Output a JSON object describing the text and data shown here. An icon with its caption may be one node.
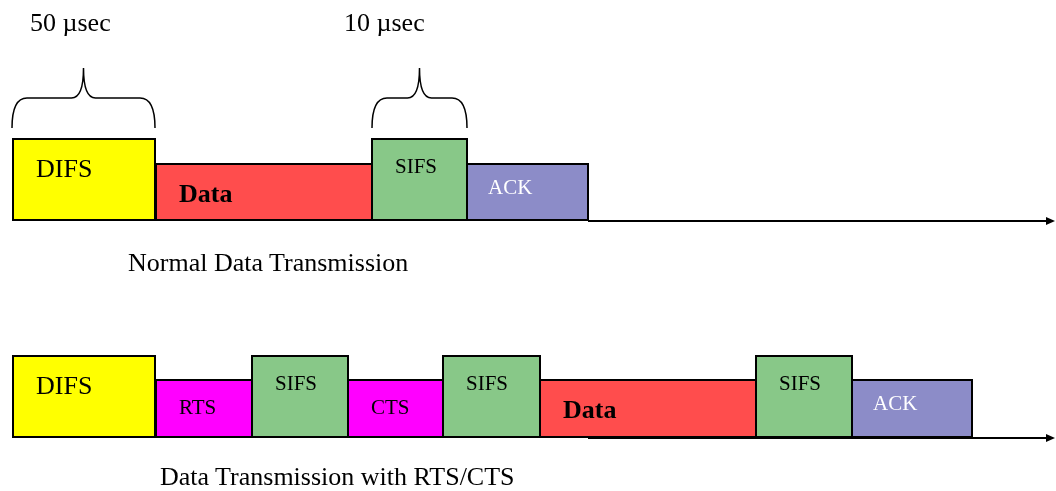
{
  "diagram": {
    "nodes": [
      {
        "text": [
          "DIFS"
        ]
      },
      {
        "text": [
          "Data"
        ]
      },
      {
        "text": [
          "SIFS"
        ]
      },
      {
        "text": [
          "ACK"
        ]
      },
      {
        "text": [
          "DIFS"
        ]
      },
      {
        "text": [
          "RTS"
        ]
      },
      {
        "text": [
          "SIFS"
        ]
      },
      {
        "text": [
          "CTS"
        ]
      },
      {
        "text": [
          "SIFS"
        ]
      },
      {
        "text": [
          "Data"
        ]
      },
      {
        "text": [
          "SIFS"
        ]
      },
      {
        "text": [
          "ACK"
        ]
      }
    ],
    "edges": [],
    "labels": [
      "50 µsec",
      "10 µsec",
      "Normal Data Transmission",
      "Data Transmission with RTS/CTS"
    ]
  }
}
